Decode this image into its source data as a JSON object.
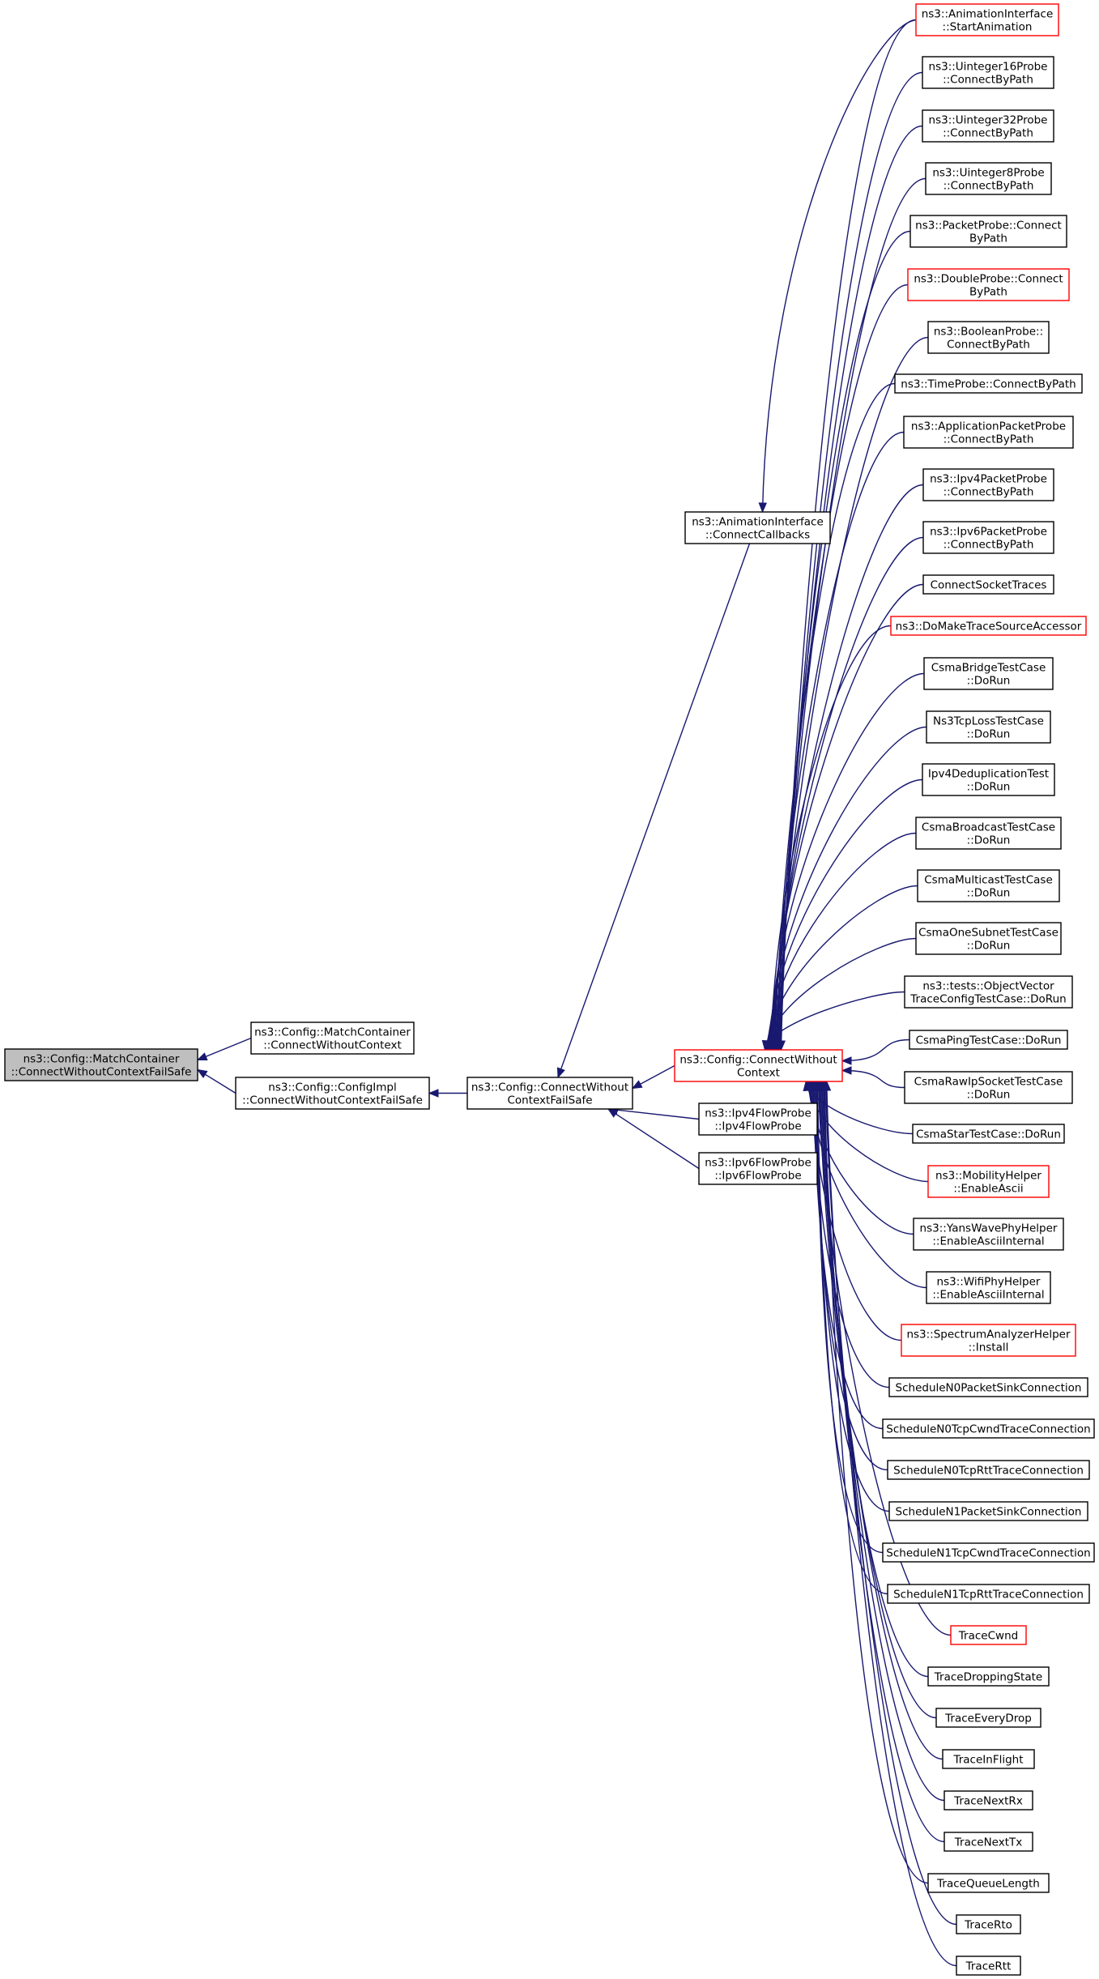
{
  "nodes": [
    {
      "id": "focus",
      "lines": [
        "ns3::Config::MatchContainer",
        "::ConnectWithoutContextFailSafe"
      ],
      "border": "black",
      "highlight": true
    },
    {
      "id": "match_cwc",
      "lines": [
        "ns3::Config::MatchContainer",
        "::ConnectWithoutContext"
      ],
      "border": "black"
    },
    {
      "id": "impl_cwcfs",
      "lines": [
        "ns3::Config::ConfigImpl",
        "::ConnectWithoutContextFailSafe"
      ],
      "border": "black"
    },
    {
      "id": "cfg_cwcfs",
      "lines": [
        "ns3::Config::ConnectWithout",
        "ContextFailSafe"
      ],
      "border": "black"
    },
    {
      "id": "anim_cc",
      "lines": [
        "ns3::AnimationInterface",
        "::ConnectCallbacks"
      ],
      "border": "black"
    },
    {
      "id": "cfg_cwc",
      "lines": [
        "ns3::Config::ConnectWithout",
        "Context"
      ],
      "border": "red"
    },
    {
      "id": "ipv4flow",
      "lines": [
        "ns3::Ipv4FlowProbe",
        "::Ipv4FlowProbe"
      ],
      "border": "black"
    },
    {
      "id": "ipv6flow",
      "lines": [
        "ns3::Ipv6FlowProbe",
        "::Ipv6FlowProbe"
      ],
      "border": "black"
    },
    {
      "id": "anim_start",
      "lines": [
        "ns3::AnimationInterface",
        "::StartAnimation"
      ],
      "border": "red"
    },
    {
      "id": "u16",
      "lines": [
        "ns3::Uinteger16Probe",
        "::ConnectByPath"
      ],
      "border": "black"
    },
    {
      "id": "u32",
      "lines": [
        "ns3::Uinteger32Probe",
        "::ConnectByPath"
      ],
      "border": "black"
    },
    {
      "id": "u8",
      "lines": [
        "ns3::Uinteger8Probe",
        "::ConnectByPath"
      ],
      "border": "black"
    },
    {
      "id": "packetprobe",
      "lines": [
        "ns3::PacketProbe::Connect",
        "ByPath"
      ],
      "border": "black"
    },
    {
      "id": "doubleprobe",
      "lines": [
        "ns3::DoubleProbe::Connect",
        "ByPath"
      ],
      "border": "red"
    },
    {
      "id": "boolprobe",
      "lines": [
        "ns3::BooleanProbe::",
        "ConnectByPath"
      ],
      "border": "black"
    },
    {
      "id": "timeprobe",
      "lines": [
        "ns3::TimeProbe::ConnectByPath"
      ],
      "border": "black"
    },
    {
      "id": "apppacket",
      "lines": [
        "ns3::ApplicationPacketProbe",
        "::ConnectByPath"
      ],
      "border": "black"
    },
    {
      "id": "ipv4packet",
      "lines": [
        "ns3::Ipv4PacketProbe",
        "::ConnectByPath"
      ],
      "border": "black"
    },
    {
      "id": "ipv6packet",
      "lines": [
        "ns3::Ipv6PacketProbe",
        "::ConnectByPath"
      ],
      "border": "black"
    },
    {
      "id": "connsock",
      "lines": [
        "ConnectSocketTraces"
      ],
      "border": "black"
    },
    {
      "id": "domake",
      "lines": [
        "ns3::DoMakeTraceSourceAccessor"
      ],
      "border": "red"
    },
    {
      "id": "csmabridge",
      "lines": [
        "CsmaBridgeTestCase",
        "::DoRun"
      ],
      "border": "black"
    },
    {
      "id": "ns3tcploss",
      "lines": [
        "Ns3TcpLossTestCase",
        "::DoRun"
      ],
      "border": "black"
    },
    {
      "id": "ipv4dedup",
      "lines": [
        "Ipv4DeduplicationTest",
        "::DoRun"
      ],
      "border": "black"
    },
    {
      "id": "csmabcast",
      "lines": [
        "CsmaBroadcastTestCase",
        "::DoRun"
      ],
      "border": "black"
    },
    {
      "id": "csmamcast",
      "lines": [
        "CsmaMulticastTestCase",
        "::DoRun"
      ],
      "border": "black"
    },
    {
      "id": "csmaonesub",
      "lines": [
        "CsmaOneSubnetTestCase",
        "::DoRun"
      ],
      "border": "black"
    },
    {
      "id": "objvector",
      "lines": [
        "ns3::tests::ObjectVector",
        "TraceConfigTestCase::DoRun"
      ],
      "border": "black"
    },
    {
      "id": "csmaping",
      "lines": [
        "CsmaPingTestCase::DoRun"
      ],
      "border": "black"
    },
    {
      "id": "csmarawip",
      "lines": [
        "CsmaRawIpSocketTestCase",
        "::DoRun"
      ],
      "border": "black"
    },
    {
      "id": "csmastar",
      "lines": [
        "CsmaStarTestCase::DoRun"
      ],
      "border": "black"
    },
    {
      "id": "mobility",
      "lines": [
        "ns3::MobilityHelper",
        "::EnableAscii"
      ],
      "border": "red"
    },
    {
      "id": "yanswave",
      "lines": [
        "ns3::YansWavePhyHelper",
        "::EnableAsciiInternal"
      ],
      "border": "black"
    },
    {
      "id": "wifiphy",
      "lines": [
        "ns3::WifiPhyHelper",
        "::EnableAsciiInternal"
      ],
      "border": "black"
    },
    {
      "id": "spectrum",
      "lines": [
        "ns3::SpectrumAnalyzerHelper",
        "::Install"
      ],
      "border": "red"
    },
    {
      "id": "n0sink",
      "lines": [
        "ScheduleN0PacketSinkConnection"
      ],
      "border": "black"
    },
    {
      "id": "n0cwnd",
      "lines": [
        "ScheduleN0TcpCwndTraceConnection"
      ],
      "border": "black"
    },
    {
      "id": "n0rtt",
      "lines": [
        "ScheduleN0TcpRttTraceConnection"
      ],
      "border": "black"
    },
    {
      "id": "n1sink",
      "lines": [
        "ScheduleN1PacketSinkConnection"
      ],
      "border": "black"
    },
    {
      "id": "n1cwnd",
      "lines": [
        "ScheduleN1TcpCwndTraceConnection"
      ],
      "border": "black"
    },
    {
      "id": "n1rtt",
      "lines": [
        "ScheduleN1TcpRttTraceConnection"
      ],
      "border": "black"
    },
    {
      "id": "tracecwnd",
      "lines": [
        "TraceCwnd"
      ],
      "border": "red"
    },
    {
      "id": "tracedrop",
      "lines": [
        "TraceDroppingState"
      ],
      "border": "black"
    },
    {
      "id": "traceevery",
      "lines": [
        "TraceEveryDrop"
      ],
      "border": "black"
    },
    {
      "id": "traceinflight",
      "lines": [
        "TraceInFlight"
      ],
      "border": "black"
    },
    {
      "id": "tracenextrx",
      "lines": [
        "TraceNextRx"
      ],
      "border": "black"
    },
    {
      "id": "tracenexttx",
      "lines": [
        "TraceNextTx"
      ],
      "border": "black"
    },
    {
      "id": "tracequeue",
      "lines": [
        "TraceQueueLength"
      ],
      "border": "black"
    },
    {
      "id": "tracerto",
      "lines": [
        "TraceRto"
      ],
      "border": "black"
    },
    {
      "id": "tracertt",
      "lines": [
        "TraceRtt"
      ],
      "border": "black"
    }
  ],
  "edges": [
    [
      "match_cwc",
      "focus"
    ],
    [
      "impl_cwcfs",
      "focus"
    ],
    [
      "cfg_cwcfs",
      "impl_cwcfs"
    ],
    [
      "anim_cc",
      "cfg_cwcfs"
    ],
    [
      "cfg_cwc",
      "cfg_cwcfs"
    ],
    [
      "ipv4flow",
      "cfg_cwcfs"
    ],
    [
      "ipv6flow",
      "cfg_cwcfs"
    ],
    [
      "anim_start",
      "anim_cc"
    ],
    [
      "anim_start",
      "cfg_cwc"
    ],
    [
      "u16",
      "cfg_cwc"
    ],
    [
      "u32",
      "cfg_cwc"
    ],
    [
      "u8",
      "cfg_cwc"
    ],
    [
      "packetprobe",
      "cfg_cwc"
    ],
    [
      "doubleprobe",
      "cfg_cwc"
    ],
    [
      "boolprobe",
      "cfg_cwc"
    ],
    [
      "timeprobe",
      "cfg_cwc"
    ],
    [
      "apppacket",
      "cfg_cwc"
    ],
    [
      "ipv4packet",
      "cfg_cwc"
    ],
    [
      "ipv6packet",
      "cfg_cwc"
    ],
    [
      "connsock",
      "cfg_cwc"
    ],
    [
      "domake",
      "cfg_cwc"
    ],
    [
      "csmabridge",
      "cfg_cwc"
    ],
    [
      "ns3tcploss",
      "cfg_cwc"
    ],
    [
      "ipv4dedup",
      "cfg_cwc"
    ],
    [
      "csmabcast",
      "cfg_cwc"
    ],
    [
      "csmamcast",
      "cfg_cwc"
    ],
    [
      "csmaonesub",
      "cfg_cwc"
    ],
    [
      "objvector",
      "cfg_cwc"
    ],
    [
      "csmaping",
      "cfg_cwc"
    ],
    [
      "csmarawip",
      "cfg_cwc"
    ],
    [
      "csmastar",
      "cfg_cwc"
    ],
    [
      "mobility",
      "cfg_cwc"
    ],
    [
      "yanswave",
      "cfg_cwc"
    ],
    [
      "wifiphy",
      "cfg_cwc"
    ],
    [
      "spectrum",
      "cfg_cwc"
    ],
    [
      "n0sink",
      "cfg_cwc"
    ],
    [
      "n0cwnd",
      "cfg_cwc"
    ],
    [
      "n0rtt",
      "cfg_cwc"
    ],
    [
      "n1sink",
      "cfg_cwc"
    ],
    [
      "n1cwnd",
      "cfg_cwc"
    ],
    [
      "n1rtt",
      "cfg_cwc"
    ],
    [
      "tracecwnd",
      "cfg_cwc"
    ],
    [
      "tracedrop",
      "cfg_cwc"
    ],
    [
      "traceevery",
      "cfg_cwc"
    ],
    [
      "traceinflight",
      "cfg_cwc"
    ],
    [
      "tracenextrx",
      "cfg_cwc"
    ],
    [
      "tracenexttx",
      "cfg_cwc"
    ],
    [
      "tracequeue",
      "cfg_cwc"
    ],
    [
      "tracerto",
      "cfg_cwc"
    ],
    [
      "tracertt",
      "cfg_cwc"
    ]
  ]
}
